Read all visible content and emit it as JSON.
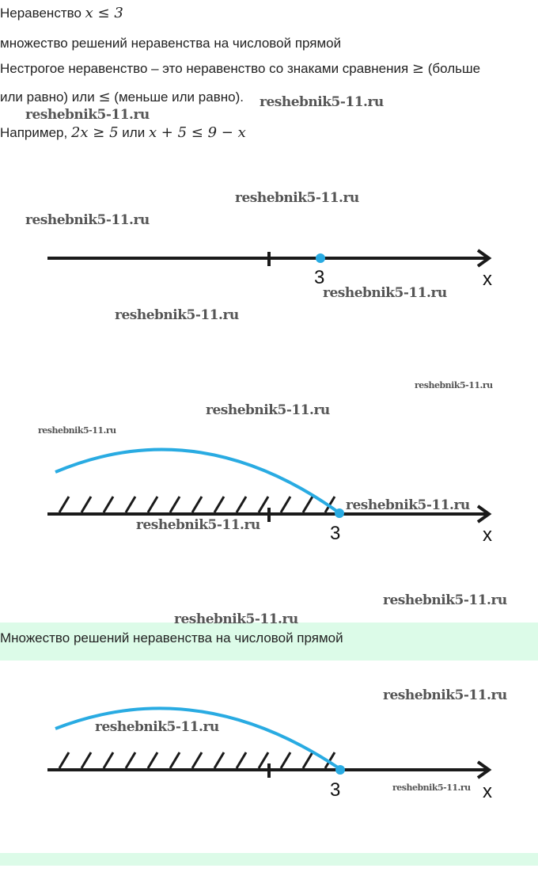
{
  "heading": {
    "text": "Неравенство",
    "math": "x ≤ 3"
  },
  "subtitle": "множество решений неравенства на числовой прямой",
  "definition": {
    "line1": "Нестрогое неравенство – это неравенство со знаками сравнения",
    "ge": "≥",
    "ge_text": "(больше",
    "line2_start": "или равно) или",
    "le": "≤",
    "le_text": "(меньше или равно)."
  },
  "example": {
    "text": "Например,",
    "math1": "2x ≥ 5",
    "or": "или",
    "math2": "x + 5 ≤ 9 − x"
  },
  "highlight_title": "Множество решений неравенства на числовой прямой",
  "diagrams": [
    {
      "point_label": "3",
      "axis_label": "x",
      "point_type": "closed",
      "shaded": false
    },
    {
      "point_label": "3",
      "axis_label": "x",
      "point_type": "closed",
      "shaded": true
    },
    {
      "point_label": "3",
      "axis_label": "x",
      "point_type": "closed",
      "shaded": true
    }
  ],
  "colors": {
    "accent": "#29abe2",
    "band": "#dcfbe8",
    "axis": "#1a1a1a"
  },
  "watermark": "reshebnik5-11.ru"
}
